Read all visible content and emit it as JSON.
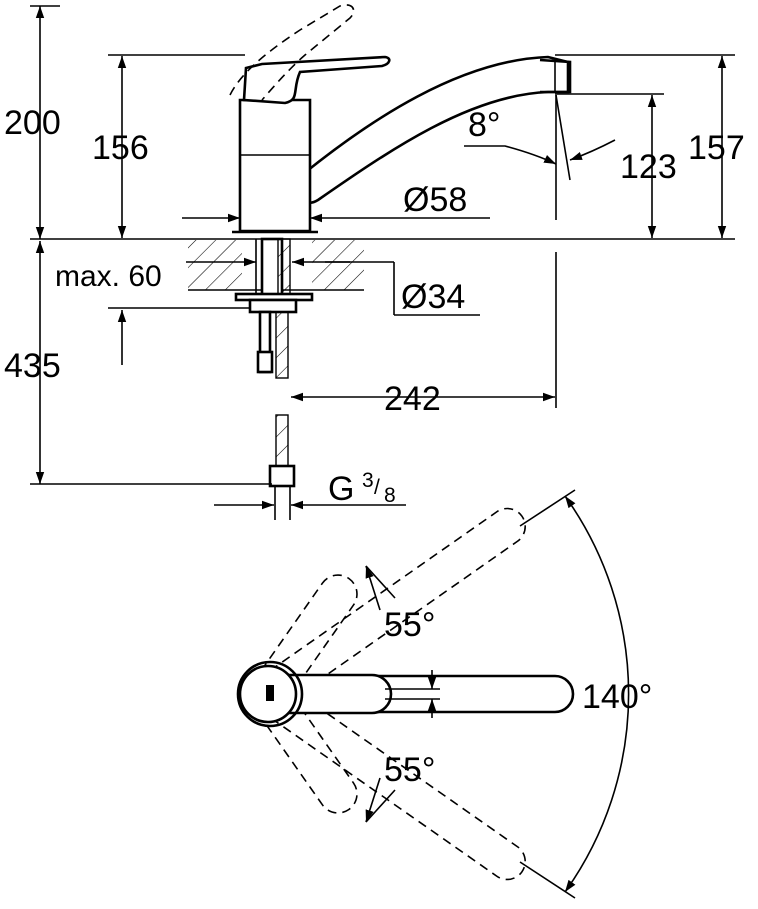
{
  "dimensions": {
    "total_height": "200",
    "lever_height": "156",
    "spout_height": "157",
    "outlet_height": "123",
    "outlet_angle": "8°",
    "body_diameter": "Ø58",
    "hole_diameter": "Ø34",
    "max_deck": "max. 60",
    "below_deck": "435",
    "reach": "242",
    "thread": "G",
    "thread_num": "3",
    "thread_den": "8"
  },
  "rotation": {
    "lever_left": "55°",
    "lever_right": "55°",
    "spout_swivel": "140°"
  },
  "colors": {
    "line": "#000000",
    "background": "#ffffff"
  }
}
